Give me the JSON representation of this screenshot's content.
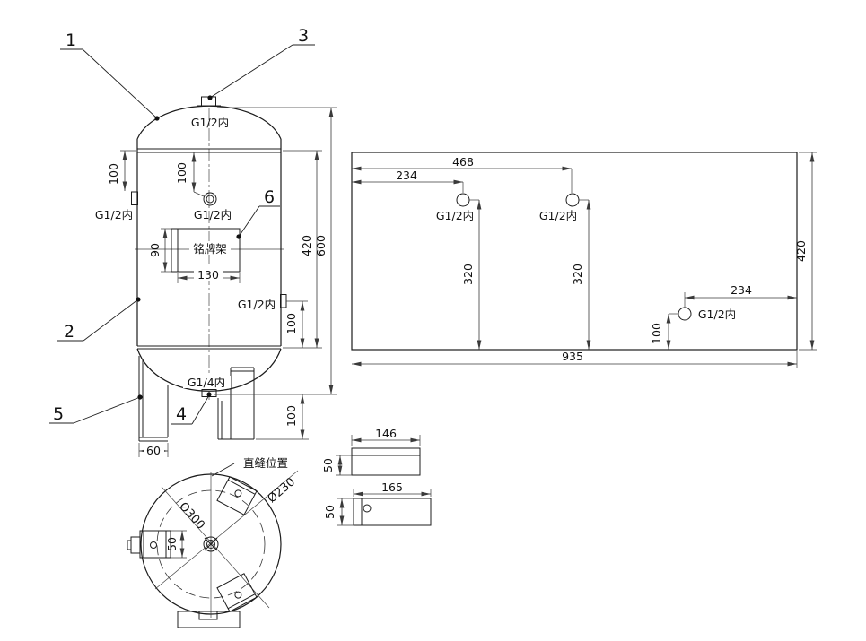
{
  "front_view": {
    "balloons": {
      "b1": "1",
      "b2": "2",
      "b3": "3",
      "b4": "4",
      "b5": "5",
      "b6": "6"
    },
    "port_labels": {
      "top": "G1/2内",
      "left": "G1/2内",
      "center": "G1/2内",
      "right": "G1/2内",
      "bottom": "G1/4内"
    },
    "nameplate_label": "铭牌架",
    "dims": {
      "left_port_offset": "100",
      "center_port_offset": "100",
      "nameplate_height": "90",
      "nameplate_width": "130",
      "right_port_offset": "100",
      "shell_length": "420",
      "overall_height": "600",
      "leg_height": "100",
      "leg_width": "60"
    }
  },
  "development_view": {
    "port_labels": {
      "port1": "G1/2内",
      "port2": "G1/2内",
      "port3": "G1/2内"
    },
    "dims": {
      "span_468": "468",
      "span_234_left": "234",
      "height_320_left": "320",
      "height_320_mid": "320",
      "span_234_right": "234",
      "height_100": "100",
      "total_width": "935",
      "total_height": "420"
    }
  },
  "top_view": {
    "seam_label": "直缝位置",
    "dims": {
      "outer_diameter": "Ø300",
      "bolt_circle_diameter": "Ø230",
      "pad_width": "50"
    }
  },
  "detail_views": {
    "leg_plate": {
      "width": "146",
      "height": "50"
    },
    "foot_pad": {
      "width": "165",
      "height": "50"
    }
  }
}
